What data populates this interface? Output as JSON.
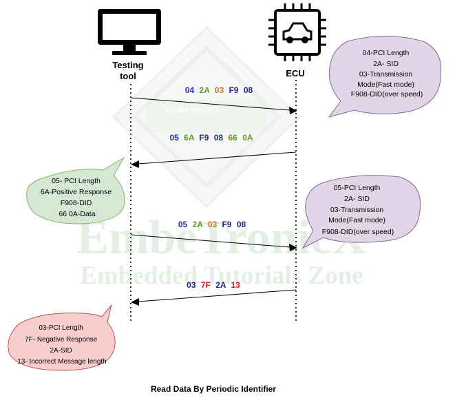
{
  "colors": {
    "blue": "#1f2fb8",
    "green": "#5aa02c",
    "orange": "#c8761f",
    "red": "#d01b1b",
    "navy": "#1e2a80",
    "purple_fill": "#e1d5e7",
    "purple_stroke": "#7f6a94",
    "green_fill": "#d5e8d4",
    "green_stroke": "#82b366",
    "red_fill": "#f8cecc",
    "red_stroke": "#b85450"
  },
  "watermark": {
    "brand": "EmbeTronicX",
    "tagline": "Embedded Tutorials Zone",
    "badge": "EmbeTronicX"
  },
  "actors": {
    "tester": {
      "label_line1": "Testing",
      "label_line2": "tool",
      "icon": "monitor-icon"
    },
    "ecu": {
      "label": "ECU",
      "icon": "ecu-chip-car-icon"
    }
  },
  "messages": [
    {
      "bytes": [
        {
          "text": "04",
          "color": "blue"
        },
        {
          "text": "2A",
          "color": "green"
        },
        {
          "text": "03",
          "color": "orange"
        },
        {
          "text": "F9",
          "color": "navy"
        },
        {
          "text": "08",
          "color": "navy"
        }
      ],
      "direction": "request"
    },
    {
      "bytes": [
        {
          "text": "05",
          "color": "blue"
        },
        {
          "text": "6A",
          "color": "green"
        },
        {
          "text": "F9",
          "color": "navy"
        },
        {
          "text": "08",
          "color": "navy"
        },
        {
          "text": "66",
          "color": "green"
        },
        {
          "text": "0A",
          "color": "green"
        }
      ],
      "direction": "response"
    },
    {
      "bytes": [
        {
          "text": "05",
          "color": "blue"
        },
        {
          "text": "2A",
          "color": "green"
        },
        {
          "text": "03",
          "color": "orange"
        },
        {
          "text": "F9",
          "color": "navy"
        },
        {
          "text": "08",
          "color": "navy"
        }
      ],
      "direction": "request"
    },
    {
      "bytes": [
        {
          "text": "03",
          "color": "navy"
        },
        {
          "text": "7F",
          "color": "red"
        },
        {
          "text": "2A",
          "color": "navy"
        },
        {
          "text": "13",
          "color": "red"
        }
      ],
      "direction": "response"
    }
  ],
  "callouts": [
    {
      "lines": [
        "04-PCI Length",
        "2A- SID",
        "03-Transmission",
        "Mode(Fast mode)",
        "F908-DID(over speed)"
      ],
      "style": "purple"
    },
    {
      "lines": [
        "05- PCI Length",
        "6A-Positive Response",
        "F908-DID",
        "66 0A-Data"
      ],
      "style": "green"
    },
    {
      "lines": [
        "05-PCI Length",
        "2A- SID",
        "03-Transmission",
        "Mode(Fast mode)",
        "F908-DID(over speed)"
      ],
      "style": "purple"
    },
    {
      "lines": [
        "03-PCI Length",
        "7F- Negative Response",
        "2A-SID",
        "13- Incorrect Message length"
      ],
      "style": "red"
    }
  ],
  "caption": "Read Data By Periodic Identifier"
}
